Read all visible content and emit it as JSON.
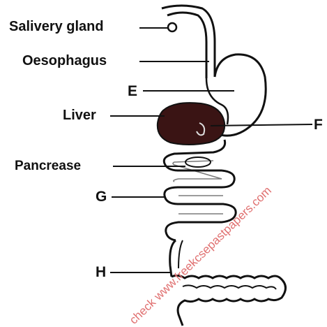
{
  "labels": {
    "salivary_gland": "Salivery gland",
    "oesophagus": "Oesophagus",
    "e": "E",
    "liver": "Liver",
    "f": "F",
    "pancrease": "Pancrease",
    "g": "G",
    "h": "H"
  },
  "watermark": "check www.freekcsepastpapers.com",
  "colors": {
    "ink": "#111111",
    "liver": "#3a1414",
    "watermark": "#e07070"
  }
}
